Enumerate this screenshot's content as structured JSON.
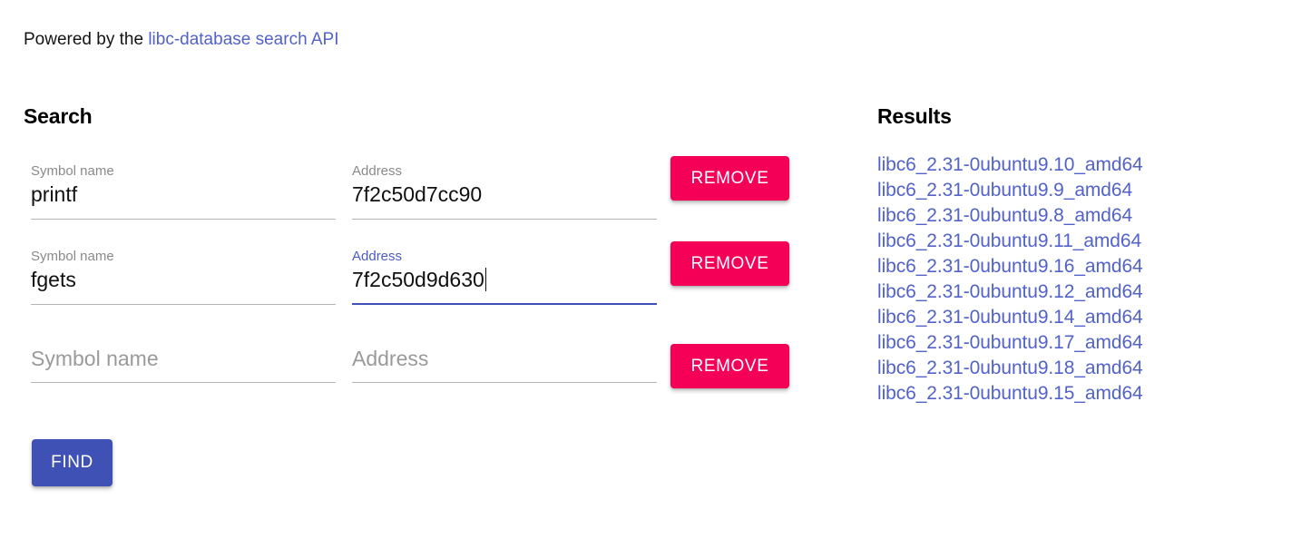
{
  "header": {
    "prefix": "Powered by the ",
    "link_label": "libc-database search API"
  },
  "search": {
    "title": "Search",
    "symbol_label": "Symbol name",
    "address_label": "Address",
    "symbol_placeholder": "Symbol name",
    "address_placeholder": "Address",
    "remove_label": "REMOVE",
    "find_label": "FIND",
    "rows": [
      {
        "symbol": "printf",
        "address": "7f2c50d7cc90",
        "focused": false
      },
      {
        "symbol": "fgets",
        "address": "7f2c50d9d630",
        "focused": true
      },
      {
        "symbol": "",
        "address": "",
        "focused": false
      }
    ]
  },
  "results": {
    "title": "Results",
    "items": [
      "libc6_2.31-0ubuntu9.10_amd64",
      "libc6_2.31-0ubuntu9.9_amd64",
      "libc6_2.31-0ubuntu9.8_amd64",
      "libc6_2.31-0ubuntu9.11_amd64",
      "libc6_2.31-0ubuntu9.16_amd64",
      "libc6_2.31-0ubuntu9.12_amd64",
      "libc6_2.31-0ubuntu9.14_amd64",
      "libc6_2.31-0ubuntu9.17_amd64",
      "libc6_2.31-0ubuntu9.18_amd64",
      "libc6_2.31-0ubuntu9.15_amd64"
    ]
  },
  "colors": {
    "link": "#5262c8",
    "primary": "#3f51b5",
    "accent": "#f50057",
    "label_muted": "#8a8a8a",
    "underline": "#b4b4b4"
  }
}
